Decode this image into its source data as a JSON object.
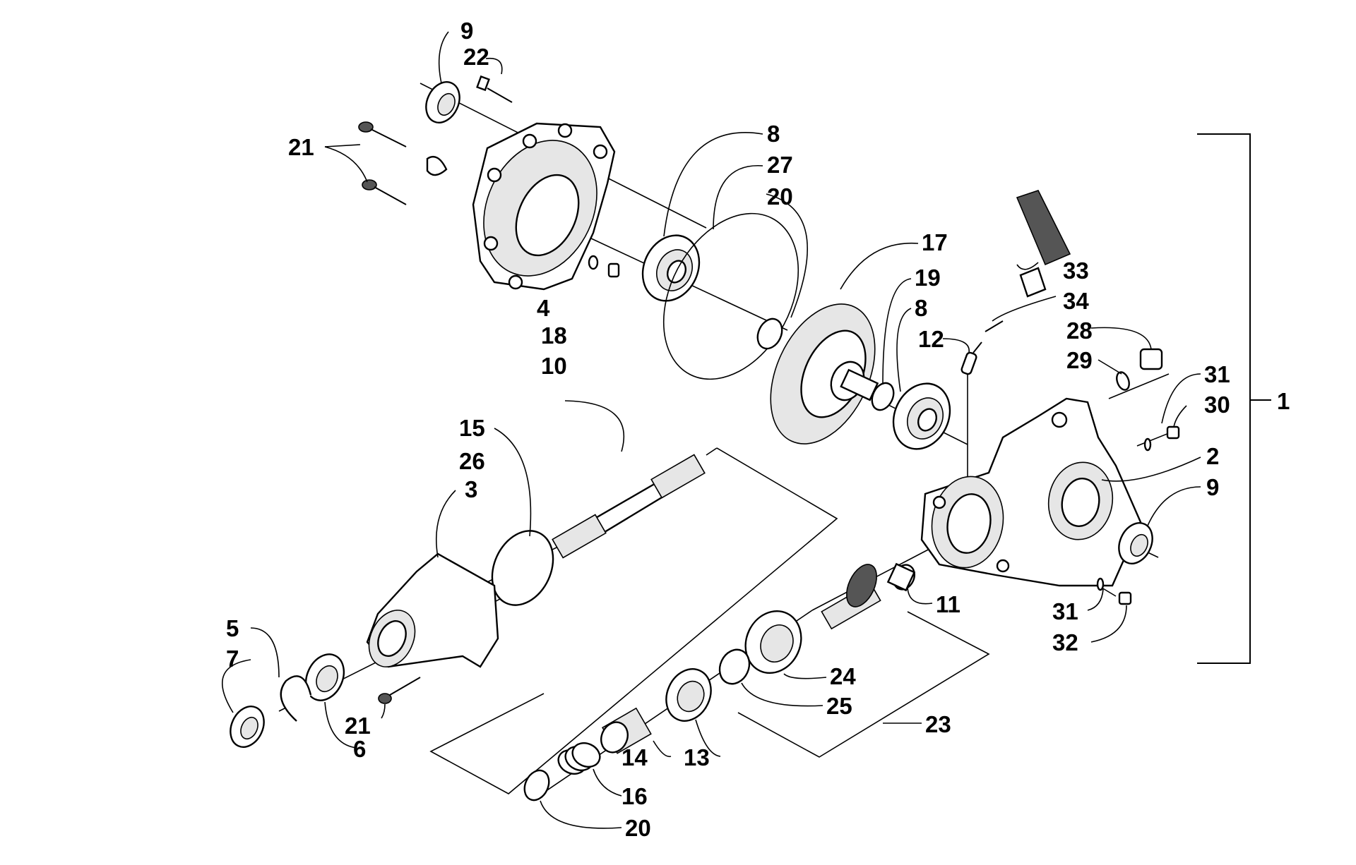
{
  "callouts": {
    "c1": "1",
    "c2": "2",
    "c3": "3",
    "c4": "4",
    "c5": "5",
    "c6": "6",
    "c7": "7",
    "c8a": "8",
    "c8b": "8",
    "c9a": "9",
    "c9b": "9",
    "c10": "10",
    "c11": "11",
    "c12": "12",
    "c13": "13",
    "c14": "14",
    "c15": "15",
    "c16": "16",
    "c17": "17",
    "c18": "18",
    "c19": "19",
    "c20a": "20",
    "c20b": "20",
    "c21a": "21",
    "c21b": "21",
    "c22": "22",
    "c23": "23",
    "c24": "24",
    "c25": "25",
    "c26": "26",
    "c27": "27",
    "c28": "28",
    "c29": "29",
    "c30": "30",
    "c31a": "31",
    "c31b": "31",
    "c32": "32",
    "c33": "33",
    "c34": "34"
  }
}
